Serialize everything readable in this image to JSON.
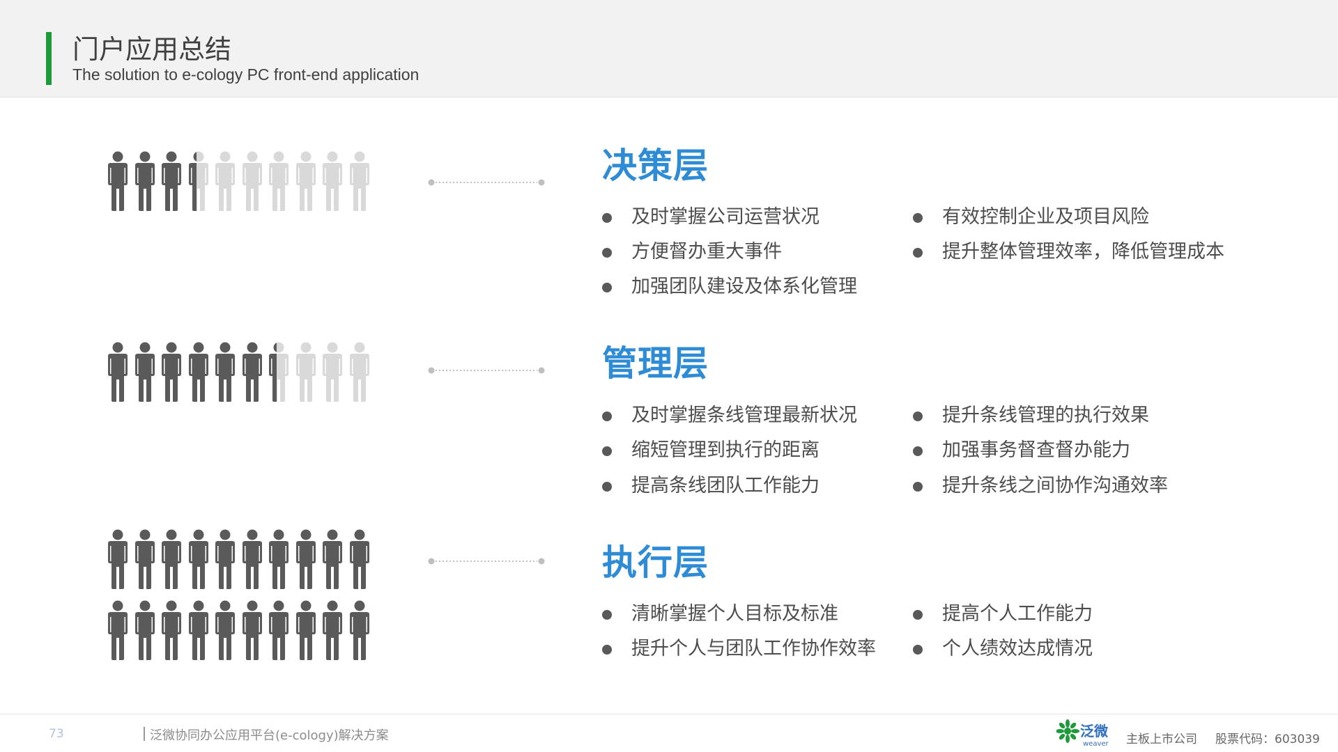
{
  "header": {
    "title": "门户应用总结",
    "subtitle": "The solution to e-cology PC front-end application"
  },
  "colors": {
    "accent_green": "#1e9a3a",
    "level_title_blue": "#2e8bd6",
    "person_dark": "#5a5a5a",
    "person_light": "#d9d9d9"
  },
  "sections": [
    {
      "title": "决策层",
      "people_icon": "person-icon",
      "people_rows": [
        {
          "total": 10,
          "dark": 3.4
        }
      ],
      "bullets": [
        "及时掌握公司运营状况",
        "有效控制企业及项目风险",
        "方便督办重大事件",
        "提升整体管理效率，降低管理成本",
        "加强团队建设及体系化管理"
      ]
    },
    {
      "title": "管理层",
      "people_icon": "person-icon",
      "people_rows": [
        {
          "total": 10,
          "dark": 6.4
        }
      ],
      "bullets": [
        "及时掌握条线管理最新状况",
        "提升条线管理的执行效果",
        "缩短管理到执行的距离",
        "加强事务督查督办能力",
        "提高条线团队工作能力",
        "提升条线之间协作沟通效率"
      ]
    },
    {
      "title": "执行层",
      "people_icon": "person-icon",
      "people_rows": [
        {
          "total": 10,
          "dark": 10
        },
        {
          "total": 10,
          "dark": 10
        }
      ],
      "bullets": [
        "清晰掌握个人目标及标准",
        "提高个人工作能力",
        "提升个人与团队工作协作效率",
        "个人绩效达成情况"
      ]
    }
  ],
  "footer": {
    "page_number": "73",
    "doc_title": "泛微协同办公应用平台(e-cology)解决方案",
    "logo_text": "泛微",
    "logo_subtext": "weaver",
    "listed": "主板上市公司",
    "stock_code": "股票代码：603039"
  }
}
